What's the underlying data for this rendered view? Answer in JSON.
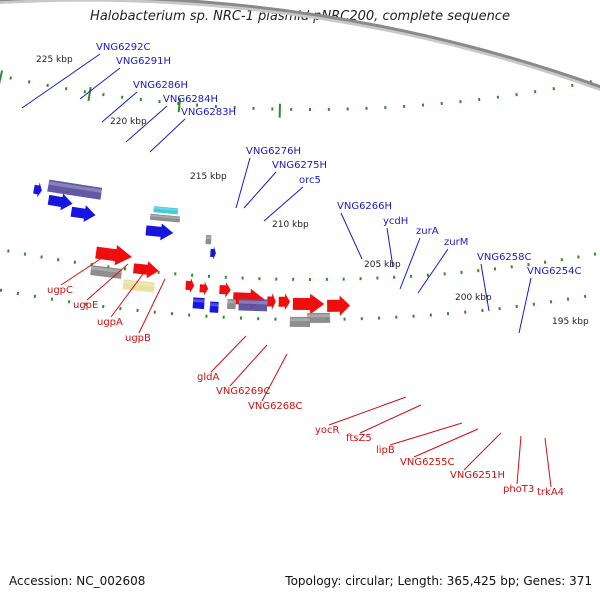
{
  "title": "Halobacterium sp. NRC-1 plasmid pNRC200, complete sequence",
  "footer": {
    "accession": "Accession: NC_002608",
    "topology": "Topology: circular; Length: 365,425 bp; Genes: 371"
  },
  "colors": {
    "backbone": "#8a8a8a",
    "forward_label": "#1a1acc",
    "reverse_label": "#cc1111",
    "tick": "#2e8b2e",
    "red": "#ee0000",
    "blue": "#0a0add",
    "purple": "#5a4f9e",
    "cyan": "#38c8d6",
    "gray": "#888888",
    "magenta": "#dd2299",
    "khaki": "#e8df9a"
  },
  "kbp_labels": [
    "225 kbp",
    "220 kbp",
    "215 kbp",
    "210 kbp",
    "205 kbp",
    "200 kbp",
    "195 kbp"
  ],
  "forward_genes": [
    "VNG6292C",
    "VNG6291H",
    "VNG6286H",
    "VNG6284H",
    "VNG6283H",
    "VNG6276H",
    "VNG6275H",
    "orc5",
    "VNG6266H",
    "ycdH",
    "zurA",
    "zurM",
    "VNG6258C",
    "VNG6254C"
  ],
  "reverse_genes": [
    "ugpC",
    "ugpE",
    "ugpA",
    "ugpB",
    "gldA",
    "VNG6269C",
    "VNG6268C",
    "yocR",
    "ftsZ5",
    "lipB",
    "VNG6255C",
    "VNG6251H",
    "phoT3",
    "trkA4"
  ]
}
